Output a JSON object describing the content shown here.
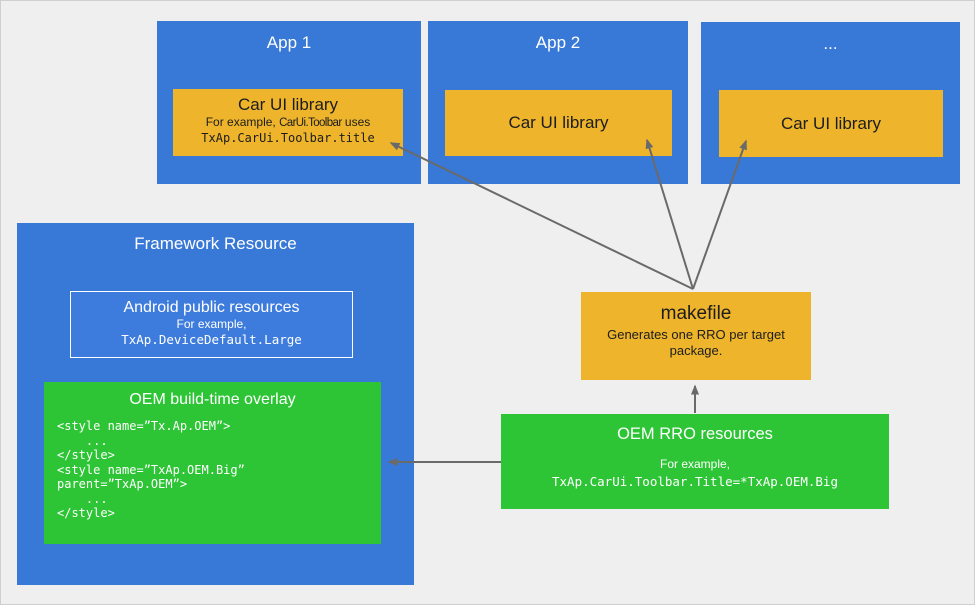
{
  "colors": {
    "background": "#efefef",
    "app_blue": "#3878d6",
    "accent_yellow": "#edb42c",
    "accent_green": "#2dc535",
    "arrow_gray": "#6a6a6a"
  },
  "apps": [
    {
      "title": "App 1",
      "library": {
        "title": "Car UI library",
        "example_prefix": "For example, ",
        "example_code": "CarUi.Toolbar",
        "example_suffix": " uses",
        "example_line2": "TxAp.CarUi.Toolbar.title"
      }
    },
    {
      "title": "App 2",
      "library": {
        "title": "Car UI library"
      }
    },
    {
      "title": "...",
      "library": {
        "title": "Car UI library"
      }
    }
  ],
  "framework": {
    "title": "Framework Resource",
    "public_resources": {
      "title": "Android public resources",
      "subtitle": "For example,",
      "code": "TxAp.DeviceDefault.Large"
    },
    "overlay": {
      "title": "OEM build-time overlay",
      "code": "<style name=”Tx.Ap.OEM”>\n    ...\n</style>\n<style name=”TxAp.OEM.Big”\nparent=”TxAp.OEM”>\n    ...\n</style>"
    }
  },
  "makefile": {
    "title": "makefile",
    "subtitle": "Generates one RRO per target package."
  },
  "rro": {
    "title": "OEM RRO resources",
    "subtitle": "For example,",
    "code": "TxAp.CarUi.Toolbar.Title=*TxAp.OEM.Big"
  }
}
